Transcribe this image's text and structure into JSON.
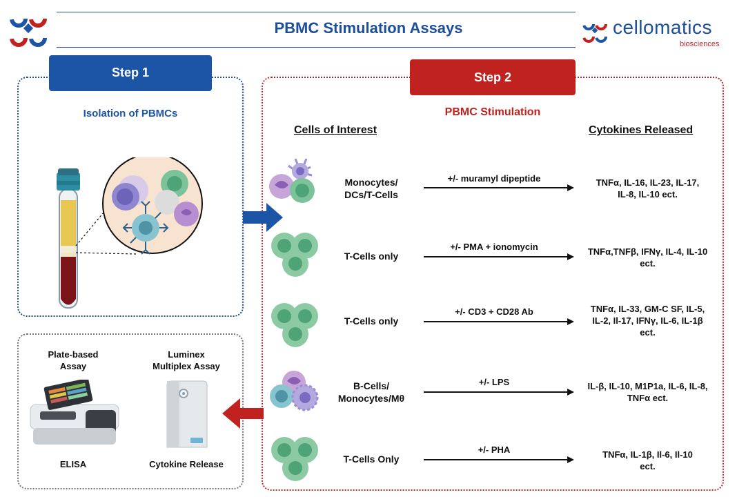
{
  "header": {
    "title": "PBMC Stimulation Assays",
    "brand_name": "cellomatics",
    "brand_sub": "biosciences"
  },
  "step1": {
    "label": "Step 1",
    "subtitle": "Isolation of PBMCs"
  },
  "step2": {
    "label": "Step 2",
    "subtitle": "PBMC Stimulation",
    "col_cells": "Cells of Interest",
    "col_cytokines": "Cytokines Released",
    "rows": [
      {
        "cells": [
          "Monocytes/",
          "DCs/T-Cells"
        ],
        "stimulus": "+/- muramyl dipeptide",
        "cytokines": [
          "TNFα, IL-16, IL-23, IL-17,",
          "IL-8, IL-10 ect."
        ]
      },
      {
        "cells": [
          "T-Cells only"
        ],
        "stimulus": "+/- PMA + ionomycin",
        "cytokines": [
          "TNFα,TNFβ, IFNγ, IL-4, IL-10",
          "ect."
        ]
      },
      {
        "cells": [
          "T-Cells only"
        ],
        "stimulus": "+/- CD3 + CD28 Ab",
        "cytokines": [
          "TNFα, IL-33, GM-C SF, IL-5,",
          "IL-2, Il-17, IFNγ, IL-6, IL-1β",
          "ect."
        ]
      },
      {
        "cells": [
          "B-Cells/",
          "Monocytes/Mθ"
        ],
        "stimulus": "+/- LPS",
        "cytokines": [
          "IL-β, IL-10, M1P1a, IL-6, IL-8,",
          "TNFα ect."
        ]
      },
      {
        "cells": [
          "T-Cells Only"
        ],
        "stimulus": "+/- PHA",
        "cytokines": [
          "TNFα, IL-1β, Il-6, Il-10",
          "ect."
        ]
      }
    ]
  },
  "step3": {
    "plate_label": [
      "Plate-based",
      "Assay"
    ],
    "luminex_label": [
      "Luminex",
      "Multiplex Assay"
    ],
    "elisa_label": "ELISA",
    "cytokine_release_label": "Cytokine Release"
  },
  "colors": {
    "blue": "#1d55a6",
    "red": "#c0231f",
    "cell_green": "#6fb98a",
    "cell_purple": "#9b7fc4"
  }
}
